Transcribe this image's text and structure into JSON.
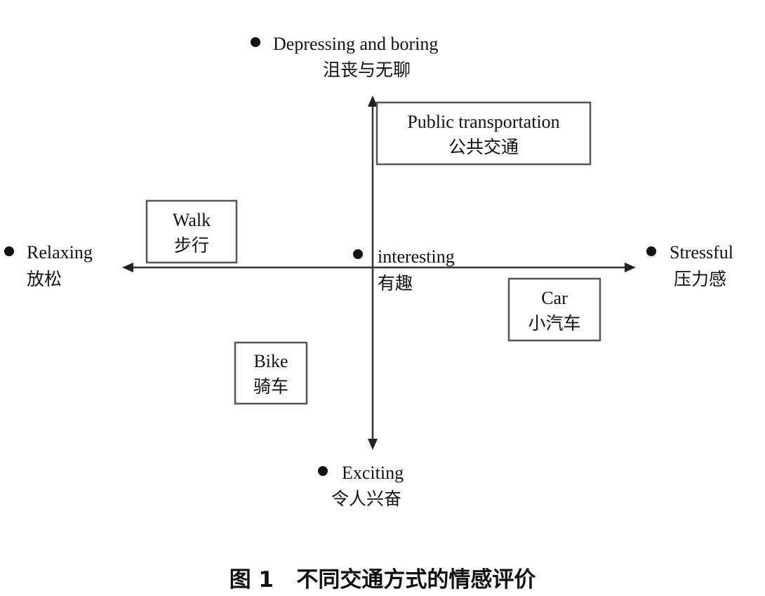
{
  "poles": {
    "top": {
      "en": "Depressing and boring",
      "cn": "沮丧与无聊"
    },
    "left": {
      "en": "Relaxing",
      "cn": "放松"
    },
    "center": {
      "en": "interesting",
      "cn": "有趣"
    },
    "right": {
      "en": "Stressful",
      "cn": "压力感"
    },
    "bottom": {
      "en": "Exciting",
      "cn": "令人兴奋"
    }
  },
  "modes": {
    "public_transportation": {
      "en": "Public transportation",
      "cn": "公共交通"
    },
    "walk": {
      "en": "Walk",
      "cn": "步行"
    },
    "car": {
      "en": "Car",
      "cn": "小汽车"
    },
    "bike": {
      "en": "Bike",
      "cn": "骑车"
    }
  },
  "caption": "图 1   不同交通方式的情感评价"
}
